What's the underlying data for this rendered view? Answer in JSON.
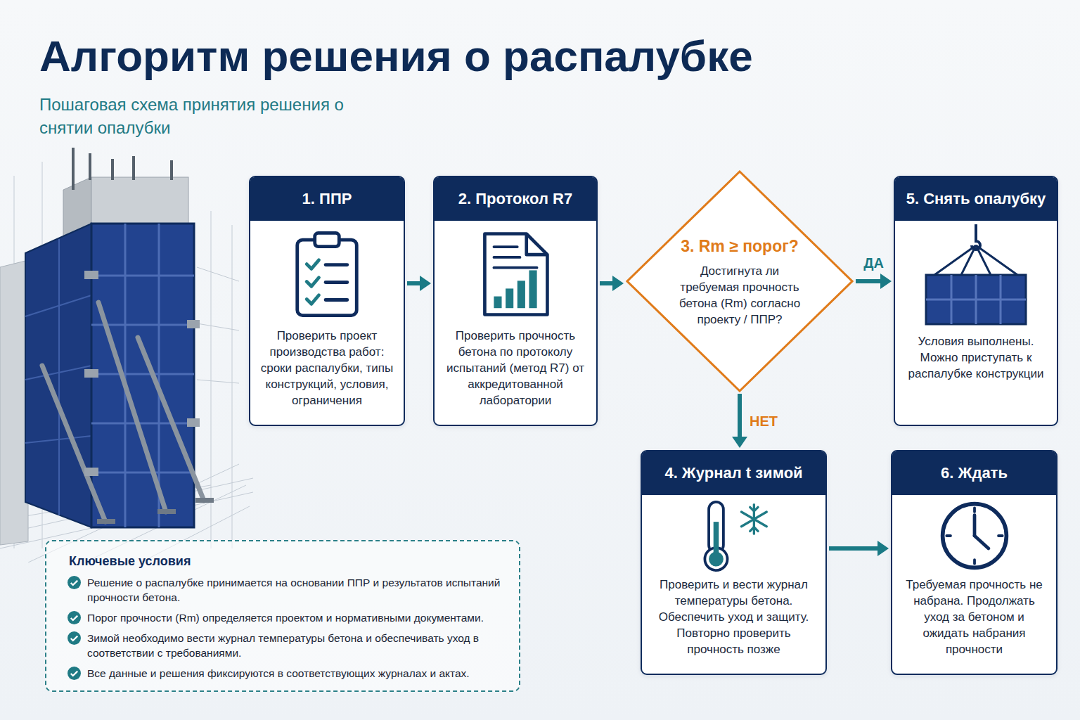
{
  "diagram": {
    "title": "Алгоритм решения о распалубке",
    "caption": "Пошаговая схема принятия решения о снятии опалубки",
    "nodes": [
      {
        "text": [
          "1. ППР",
          "Проверить проект производства работ: сроки распалубки, типы конструкций, условия, ограничения"
        ]
      },
      {
        "text": [
          "2. Протокол R7",
          "Проверить прочность бетона по протоколу испытаний (метод R7) от аккредитованной лаборатории"
        ]
      },
      {
        "text": [
          "3. Rm ≥ порог?",
          "Достигнута ли требуемая прочность бетона (Rm) согласно проекту / ППР?"
        ]
      },
      {
        "text": [
          "5. Снять опалубку",
          "Условия выполнены. Можно приступать к распалубке конструкции"
        ]
      },
      {
        "text": [
          "4. Журнал t зимой",
          "Проверить и вести журнал температуры бетона. Обеспечить уход и защиту. Повторно проверить прочность позже"
        ]
      },
      {
        "text": [
          "6. Ждать",
          "Требуемая прочность не набрана. Продолжать уход за бетоном и ожидать набрания прочности"
        ]
      },
      {
        "text": [
          "Ключевые условия",
          "Решение о распалубке принимается на основании ППР и результатов испытаний прочности бетона.",
          "Порог прочности (Rm) определяется проектом и нормативными документами.",
          "Зимой необходимо вести журнал температуры бетона и обеспечивать уход в соответствии с требованиями.",
          "Все данные и решения фиксируются в соответствующих журналах и актах."
        ]
      }
    ],
    "edges": [
      {
        "from": 0,
        "to": 1,
        "arrow": "to"
      },
      {
        "from": 1,
        "to": 2,
        "arrow": "to"
      },
      {
        "from": 2,
        "to": 3,
        "label": "ДА",
        "arrow": "to"
      },
      {
        "from": 2,
        "to": 4,
        "label": "НЕТ",
        "arrow": "to"
      },
      {
        "from": 4,
        "to": 5,
        "arrow": "to"
      }
    ]
  }
}
